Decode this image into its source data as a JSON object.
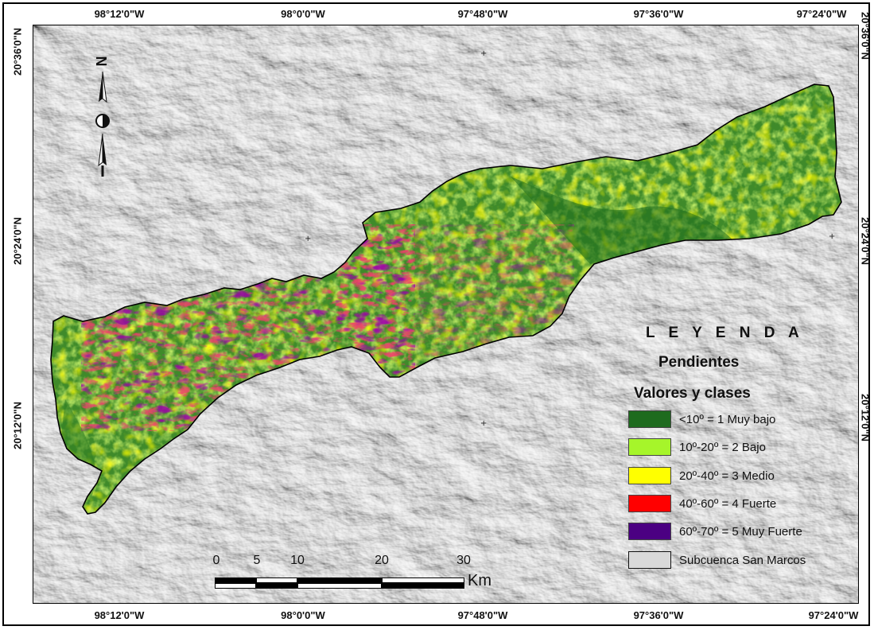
{
  "coordinates": {
    "top": [
      "98°12'0\"W",
      "98°0'0\"W",
      "97°48'0\"W",
      "97°36'0\"W",
      "97°24'0\"W"
    ],
    "bottom": [
      "98°12'0\"W",
      "98°0'0\"W",
      "97°48'0\"W",
      "97°36'0\"W",
      "97°24'0\"W"
    ],
    "left": [
      "20°36'0\"N",
      "20°24'0\"N",
      "20°12'0\"N"
    ],
    "right": [
      "20°36'0\"N",
      "20°24'0\"N",
      "20°12'0\"N"
    ]
  },
  "legend": {
    "title": "L E Y E N D A",
    "subtitle": "Pendientes",
    "classes_title": "Valores y clases",
    "items": [
      {
        "label": "<10º = 1 Muy bajo",
        "color": "#1e6b1e"
      },
      {
        "label": "10º-20º = 2 Bajo",
        "color": "#a6f52a"
      },
      {
        "label": "20º-40º = 3 Medio",
        "color": "#ffff00"
      },
      {
        "label": "40º-60º = 4 Fuerte",
        "color": "#ff0000"
      },
      {
        "label": "60º-70º = 5 Muy Fuerte",
        "color": "#4b0082"
      },
      {
        "label": "Subcuenca San Marcos",
        "color": "#d9d9d9"
      }
    ]
  },
  "scale_bar": {
    "ticks": [
      "0",
      "5",
      "10",
      "20",
      "30"
    ],
    "unit": "Km"
  },
  "north_arrow": {
    "icon": "north-arrow-icon",
    "label": "N"
  }
}
